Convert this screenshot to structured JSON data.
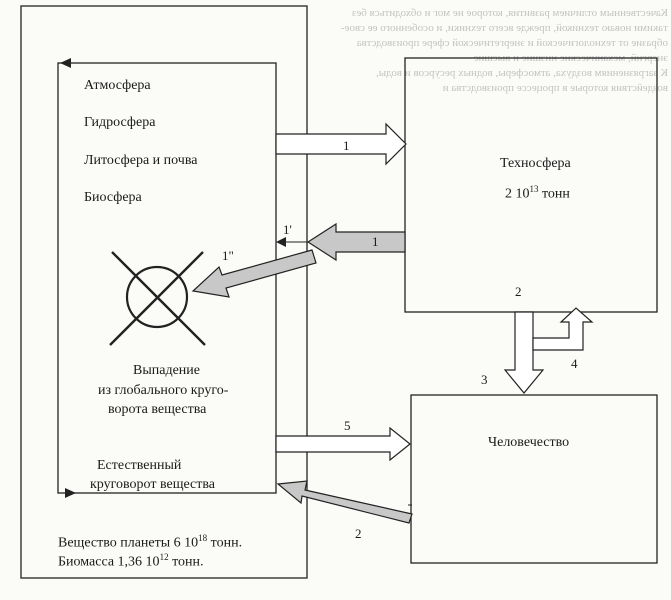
{
  "bleed_text": "Качественным отличием развития, которое не мог и обходиться без\nтакими новаю техникой, прежде всего техники, и особенного ее свое-\nобразие от технологической и энергетической сфере производства\nэнергий, механические низшие и высшие\nК загрязнениям воздуха, атмосферы, водных ресурсов и воды,\nвоздействия которые в процессе производства и",
  "labels": {
    "spheres": [
      "Атмосфера",
      "Гидросфера",
      "Литосфера и почва",
      "Биосфера"
    ],
    "technosphere": "Техносфера",
    "tech_mass_prefix": "2  10",
    "tech_mass_exp": "13",
    "tech_mass_unit": " тонн",
    "loss_lines": [
      "Выпадение",
      "из глобального круго-",
      "ворота вещества"
    ],
    "natural_cycle_lines": [
      "Естественный",
      "круговорот вещества"
    ],
    "humanity": "Человечество",
    "planet_prefix": "Вещество планеты 6  10",
    "planet_exp": "18",
    "planet_unit": " тонн.",
    "biomass_prefix": "Биомасса 1,36  10",
    "biomass_exp": "12",
    "biomass_unit": " тонн."
  },
  "flow_labels": {
    "f1_top": "1",
    "f1_return": "1",
    "f1_prime": "1'",
    "f1_dprime": "1\"",
    "f2_down": "2",
    "f2_back": "2",
    "f3": "3",
    "f4": "4",
    "f5": "5"
  }
}
